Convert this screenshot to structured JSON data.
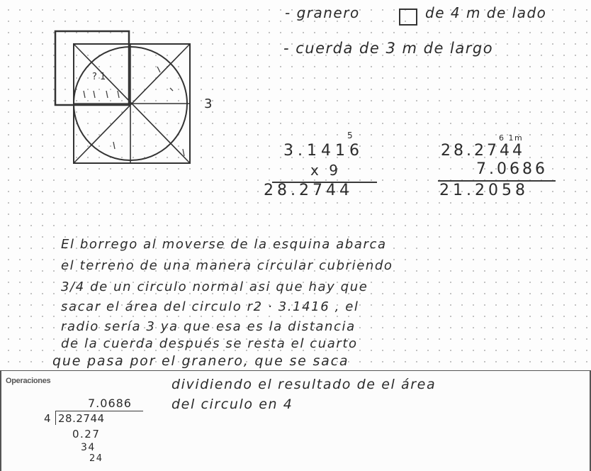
{
  "givens": {
    "line1_prefix": "- granero",
    "line1_suffix": "de 4 m de lado",
    "line2": "- cuerda de 3 m de largo"
  },
  "diagram": {
    "side_label": "3",
    "quarter_label": "? 1"
  },
  "calc1": {
    "carry": "5",
    "multiplicand": "3.1416",
    "multiplier": "x   9",
    "product": "28.2744"
  },
  "calc2": {
    "carry": "6 1m",
    "minuend": "28.2744",
    "subtrahend": "7.0686",
    "difference": "21.2058"
  },
  "explanation": [
    "El borrego al moverse de la esquina abarca",
    "el terreno de una manera circular cubriendo",
    "3/4 de un circulo normal asi que hay que",
    "sacar el área del circulo r2 · 3.1416 , el",
    "radio sería 3 ya que esa es la distancia",
    "de la cuerda después se resta el cuarto",
    "que pasa por el granero, que se saca"
  ],
  "operations": {
    "label": "Operaciones",
    "continuation_1": "dividiendo el resultado de el área",
    "continuation_2": "del circulo en 4",
    "quotient": "7.0686",
    "divisor": "4",
    "dividend": "28.2744",
    "step1": "0.27",
    "step2": "34",
    "step3": "24"
  }
}
